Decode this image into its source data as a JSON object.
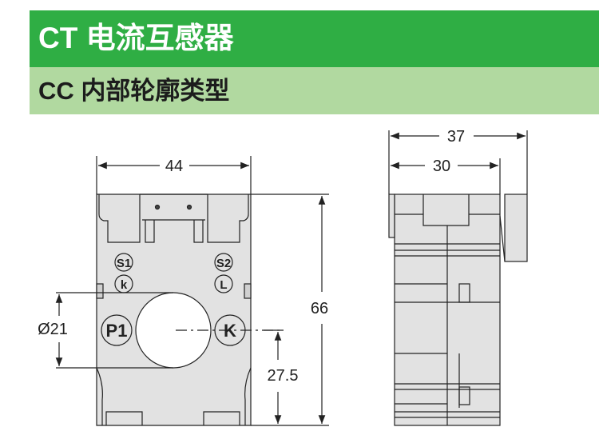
{
  "header": {
    "title": "CT 电流互感器",
    "subtitle": "CC 内部轮廓类型"
  },
  "front_view": {
    "width_dim": "44",
    "height_dim": "66",
    "hole_dim": "Ø21",
    "center_dim": "27.5",
    "terminals": {
      "s1": "S1",
      "k_small": "k",
      "s2": "S2",
      "l": "L",
      "p1": "P1",
      "k": "K"
    }
  },
  "side_view": {
    "total_depth_dim": "37",
    "body_depth_dim": "30"
  },
  "colors": {
    "header_green": "#2fae44",
    "subheader_green": "#b1d9a0",
    "body_gray": "#e2e2e2"
  }
}
